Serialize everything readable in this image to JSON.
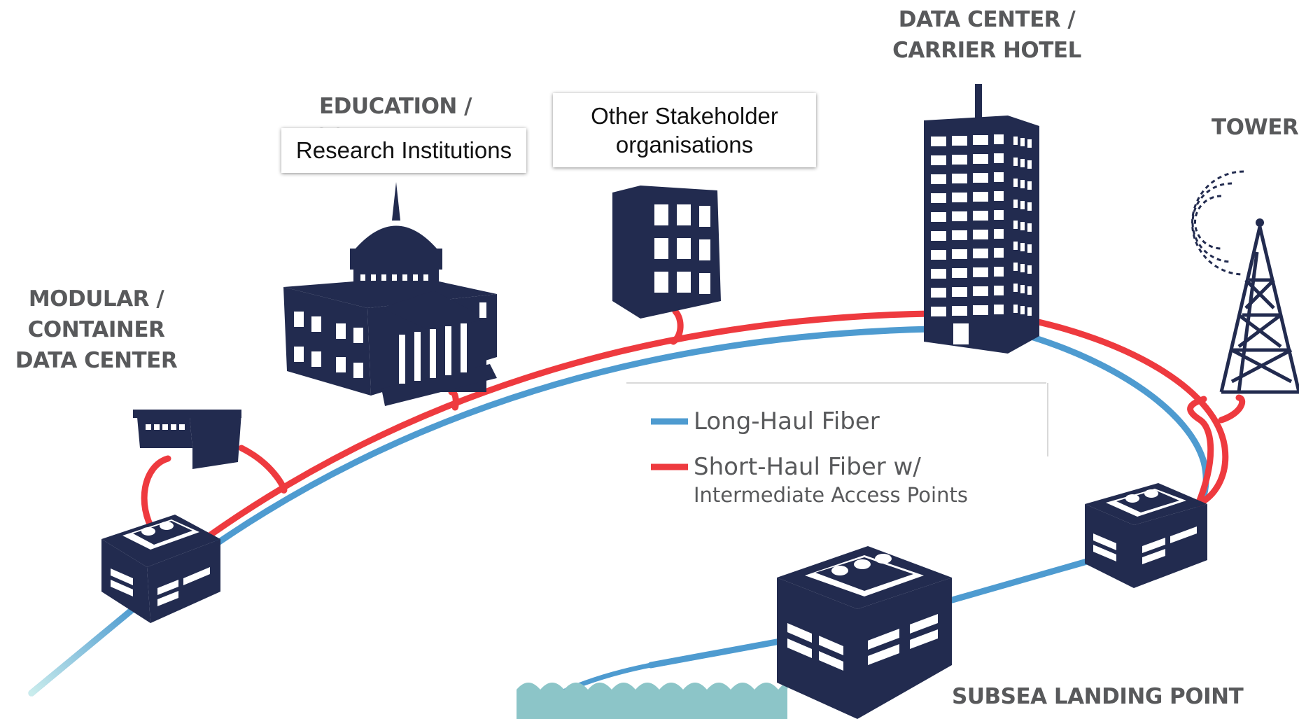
{
  "labels": {
    "modular": [
      "MODULAR /",
      "CONTAINER",
      "DATA CENTER"
    ],
    "education": [
      "EDUCATION /",
      "GOVERNMENT"
    ],
    "data_center": [
      "DATA CENTER /",
      "CARRIER HOTEL"
    ],
    "tower": "TOWER",
    "subsea": "SUBSEA LANDING POINT"
  },
  "callouts": {
    "research": "Research Institutions",
    "stakeholder": [
      "Other Stakeholder",
      "organisations"
    ]
  },
  "legend": {
    "long_haul": "Long-Haul Fiber",
    "short_haul_line1": "Short-Haul Fiber w/",
    "short_haul_line2": "Intermediate Access Points"
  },
  "colors": {
    "long_haul": "#4e9bd0",
    "short_haul": "#ee3a3f",
    "building": "#222b4f",
    "label": "#58595b",
    "water": "#8cc5c8"
  }
}
